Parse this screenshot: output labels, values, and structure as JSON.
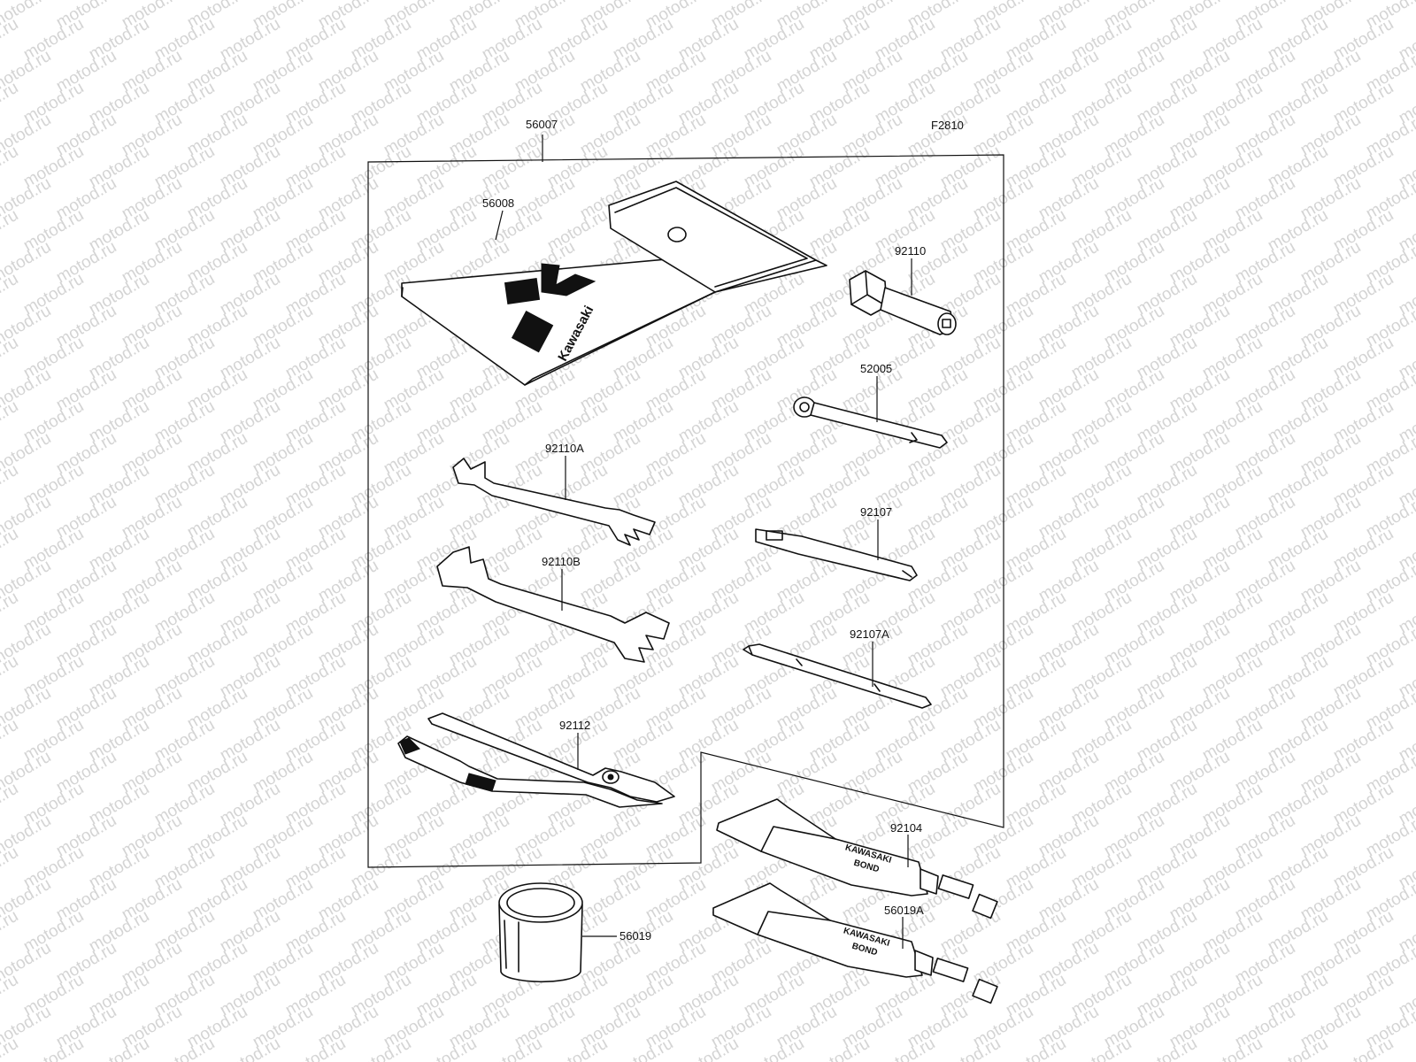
{
  "diagram": {
    "figure_code": "F2810",
    "watermark": "motod.ru",
    "parts": [
      {
        "id": "p56007",
        "number": "56007"
      },
      {
        "id": "p56008",
        "number": "56008"
      },
      {
        "id": "p92110",
        "number": "92110"
      },
      {
        "id": "p52005",
        "number": "52005"
      },
      {
        "id": "p92110A",
        "number": "92110A"
      },
      {
        "id": "p92107",
        "number": "92107"
      },
      {
        "id": "p92110B",
        "number": "92110B"
      },
      {
        "id": "p92107A",
        "number": "92107A"
      },
      {
        "id": "p92112",
        "number": "92112"
      },
      {
        "id": "p92104",
        "number": "92104"
      },
      {
        "id": "p56019A",
        "number": "56019A"
      },
      {
        "id": "p56019",
        "number": "56019"
      }
    ],
    "pouch_logo_text": "Kawasaki",
    "tube_text": [
      "KAWASAKI",
      "BOND"
    ]
  }
}
